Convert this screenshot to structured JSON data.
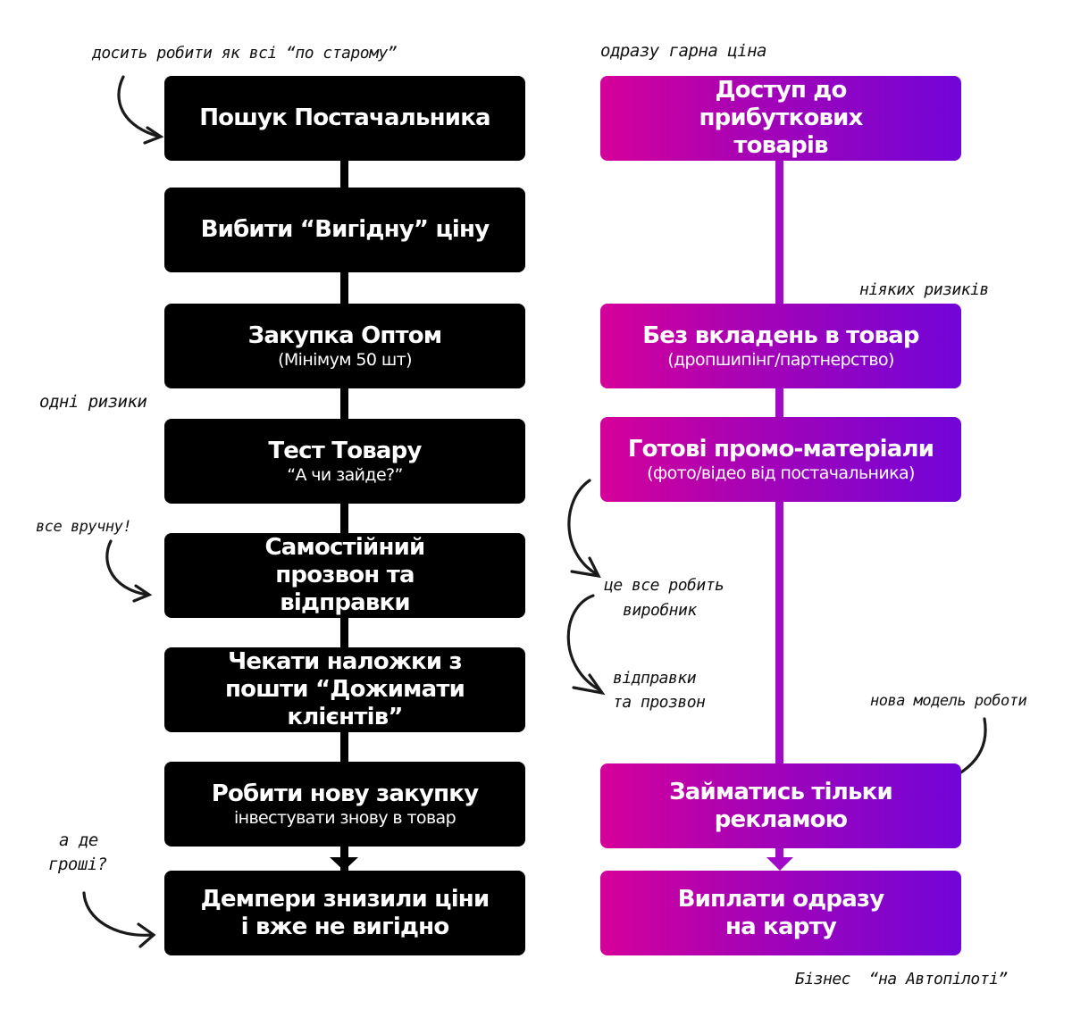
{
  "left_flow": {
    "color": "#000000",
    "steps": [
      {
        "title": "Пошук Постачальника",
        "subtitle": ""
      },
      {
        "title": "Вибити “Вигідну” ціну",
        "subtitle": ""
      },
      {
        "title": "Закупка Оптом",
        "subtitle": "(Мінімум 50 шт)"
      },
      {
        "title": "Тест Товару",
        "subtitle": "“А чи зайде?”"
      },
      {
        "title": "Самостійний прозвон та відправки",
        "subtitle": ""
      },
      {
        "title": "Чекати наложки з пошти “Дожимати клієнтів”",
        "subtitle": ""
      },
      {
        "title": "Робити нову закупку",
        "subtitle": "інвестувати знову в товар"
      },
      {
        "title": "Демпери знизили ціни і вже не вигідно",
        "subtitle": ""
      }
    ],
    "notes": {
      "top": "досить робити як всі “по старому”",
      "risks": "одні ризики",
      "manual": "все вручну!",
      "money_line1": "а де",
      "money_line2": "гроші?"
    }
  },
  "right_flow": {
    "gradient_start": "#d6009a",
    "gradient_end": "#7205d8",
    "line_color": "#a10ac6",
    "steps": [
      {
        "title": "Доступ до прибуткових товарів",
        "subtitle": ""
      },
      {
        "title": "Без вкладень в товар",
        "subtitle": "(дропшипінг/партнерство)"
      },
      {
        "title": "Готові промо-матеріали",
        "subtitle": "(фото/відео від постачальника)"
      },
      {
        "title": "Займатись тільки рекламою",
        "subtitle": ""
      },
      {
        "title": "Виплати одразу на карту",
        "subtitle": ""
      }
    ],
    "notes": {
      "top": "одразу гарна ціна",
      "no_risks": "ніяких ризиків",
      "maker_line1": "це все робить",
      "maker_line2": "виробник",
      "ship_line1": "відправки",
      "ship_line2": "та прозвон",
      "new_model": "нова модель роботи",
      "autopilot": "Бізнес  “на Автопілоті”"
    }
  }
}
